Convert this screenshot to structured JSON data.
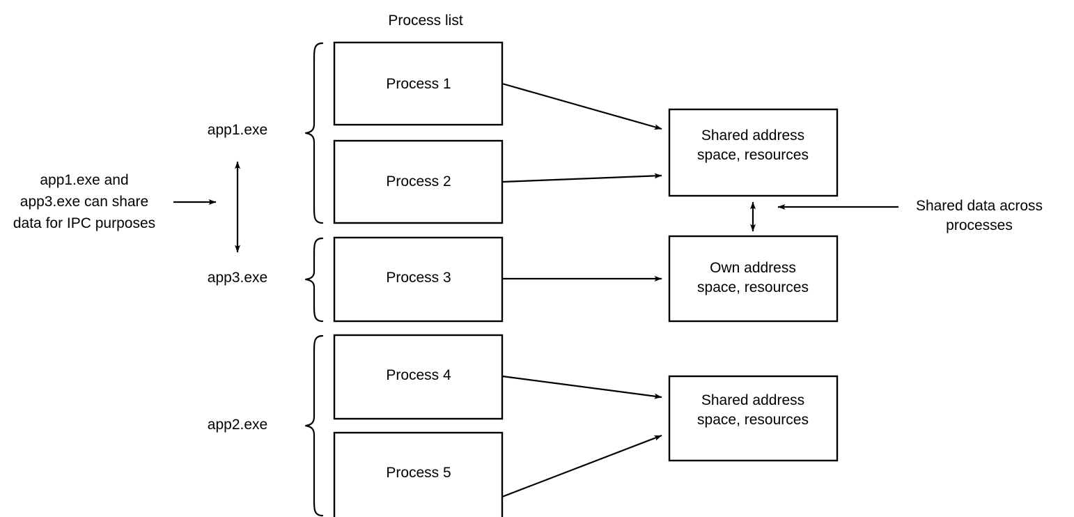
{
  "title": "Process list",
  "colors": {
    "stroke": "#000000",
    "fill": "#ffffff",
    "text": "#000000",
    "background": "#ffffff"
  },
  "process_boxes": [
    {
      "label": "Process 1"
    },
    {
      "label": "Process 2"
    },
    {
      "label": "Process 3"
    },
    {
      "label": "Process 4"
    },
    {
      "label": "Process 5"
    }
  ],
  "app_labels": [
    {
      "label": "app1.exe"
    },
    {
      "label": "app3.exe"
    },
    {
      "label": "app2.exe"
    }
  ],
  "memory_boxes": [
    {
      "line1": "Shared address",
      "line2": "space, resources"
    },
    {
      "line1": "Own address",
      "line2": "space, resources"
    },
    {
      "line1": "Shared address",
      "line2": "space, resources"
    }
  ],
  "annotations": {
    "ipc": {
      "line1": "app1.exe and",
      "line2": "app3.exe can share",
      "line3": "data for IPC purposes"
    },
    "shared_data": {
      "line1": "Shared data across",
      "line2": "processes"
    }
  }
}
